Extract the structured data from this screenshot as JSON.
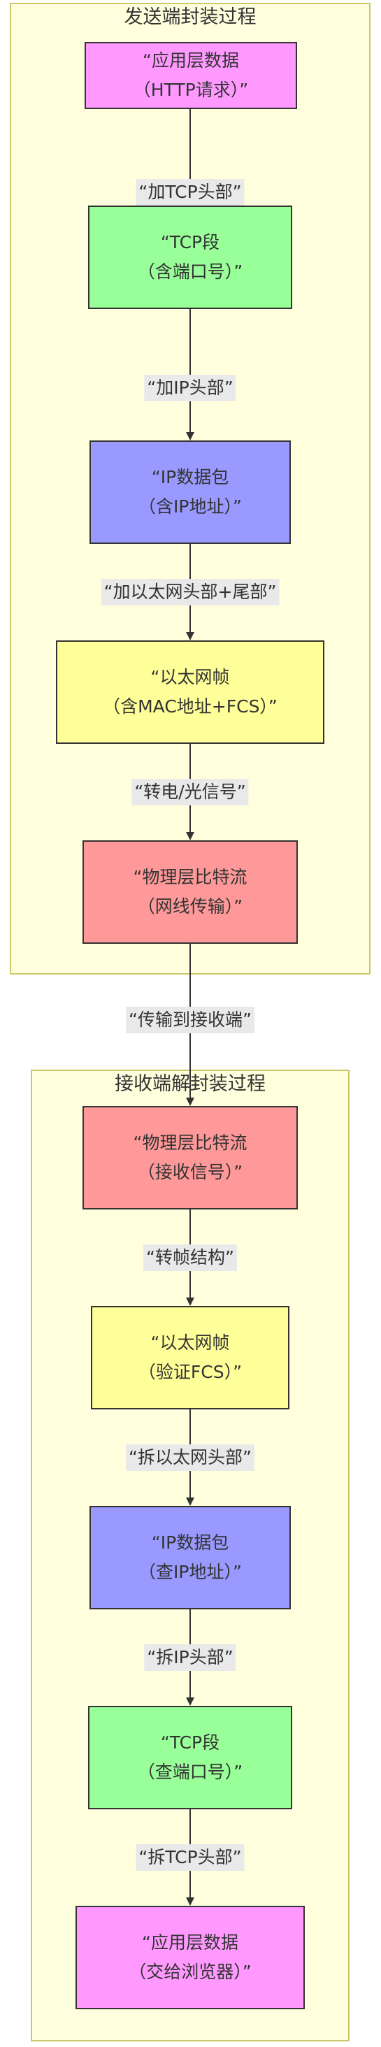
{
  "clusters": {
    "send_title": "发送端封装过程",
    "recv_title": "接收端解封装过程"
  },
  "colors": {
    "app": "#ff99ff",
    "tcp": "#99ff99",
    "ip": "#9999ff",
    "eth": "#ffff99",
    "phy": "#ff9999",
    "cluster_fill": "#ffffde",
    "cluster_border": "#c8c86a"
  },
  "send": {
    "n1": {
      "line1": "“应用层数据",
      "line2": "（HTTP请求）”"
    },
    "e1": "“加TCP头部”",
    "n2": {
      "line1": "“TCP段",
      "line2": "（含端口号）”"
    },
    "e2": "“加IP头部”",
    "n3": {
      "line1": "“IP数据包",
      "line2": "（含IP地址）”"
    },
    "e3": "“加以太网头部+尾部”",
    "n4": {
      "line1": "“以太网帧",
      "line2": "（含MAC地址+FCS）”"
    },
    "e4": "“转电/光信号”",
    "n5": {
      "line1": "“物理层比特流",
      "line2": "（网线传输）”"
    }
  },
  "bridge": "“传输到接收端”",
  "recv": {
    "n1": {
      "line1": "“物理层比特流",
      "line2": "（接收信号）”"
    },
    "e1": "“转帧结构”",
    "n2": {
      "line1": "“以太网帧",
      "line2": "（验证FCS）”"
    },
    "e2": "“拆以太网头部”",
    "n3": {
      "line1": "“IP数据包",
      "line2": "（查IP地址）”"
    },
    "e3": "“拆IP头部”",
    "n4": {
      "line1": "“TCP段",
      "line2": "（查端口号）”"
    },
    "e4": "“拆TCP头部”",
    "n5": {
      "line1": "“应用层数据",
      "line2": "（交给浏览器）”"
    }
  }
}
